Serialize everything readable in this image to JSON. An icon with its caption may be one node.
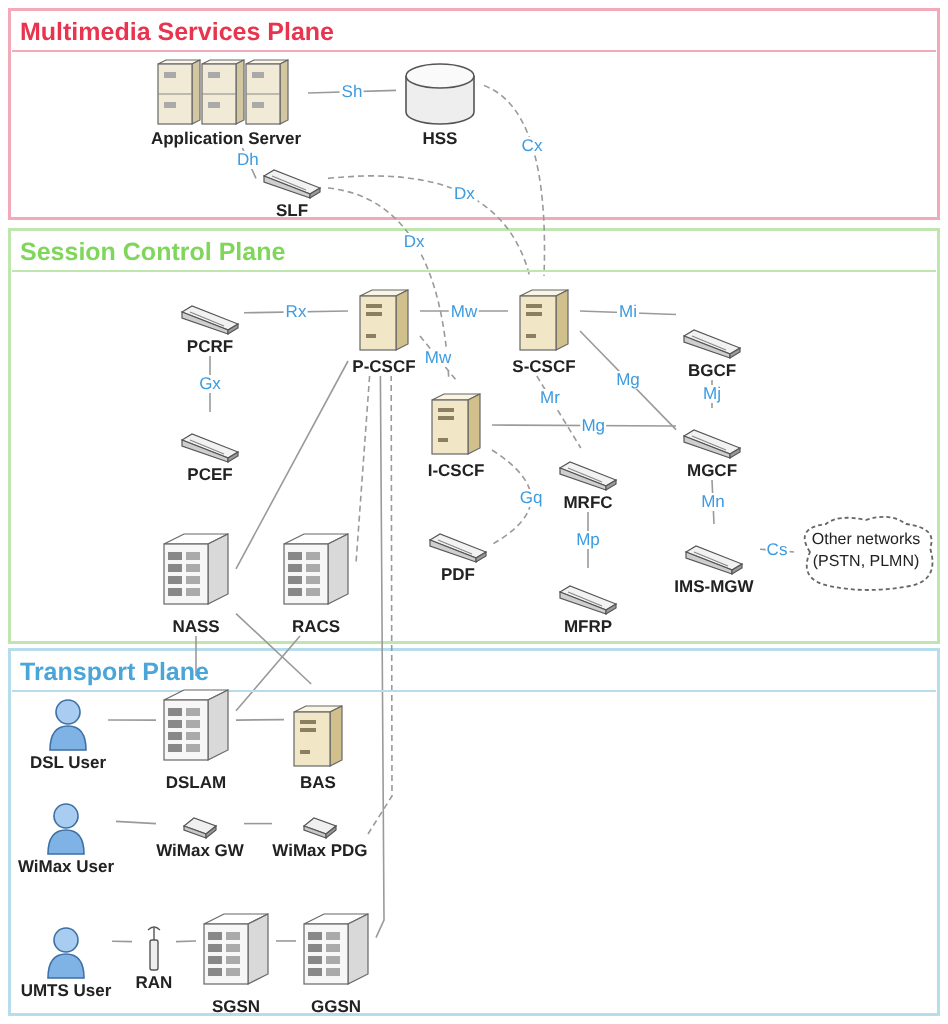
{
  "diagram": {
    "nodes": [
      {
        "text": [
          "Multimedia Services Plane"
        ]
      },
      {
        "text": [
          "Application Server"
        ],
        "in": 0
      },
      {
        "text": [
          "HSS"
        ],
        "in": 0
      },
      {
        "text": [
          "SLF"
        ],
        "in": 0
      },
      {
        "text": [
          "Session Control Plane"
        ]
      },
      {
        "text": [
          "PCRF"
        ],
        "in": 4
      },
      {
        "text": [
          "P-CSCF"
        ],
        "in": 4
      },
      {
        "text": [
          "S-CSCF"
        ],
        "in": 4
      },
      {
        "text": [
          "BGCF"
        ],
        "in": 4
      },
      {
        "text": [
          "PCEF"
        ],
        "in": 4
      },
      {
        "text": [
          "I-CSCF"
        ],
        "in": 4
      },
      {
        "text": [
          "MGCF"
        ],
        "in": 4
      },
      {
        "text": [
          "MRFC"
        ],
        "in": 4
      },
      {
        "text": [
          "PDF"
        ],
        "in": 4
      },
      {
        "text": [
          "IMS-MGW"
        ],
        "in": 4
      },
      {
        "text": [
          "Other networks (PSTN, PLMN)"
        ],
        "in": 4
      },
      {
        "text": [
          "MFRP"
        ],
        "in": 4
      },
      {
        "text": [
          "NASS"
        ],
        "in": 4
      },
      {
        "text": [
          "RACS"
        ],
        "in": 4
      },
      {
        "text": [
          "Transport Plane"
        ]
      },
      {
        "text": [
          "DSL User"
        ],
        "in": 19
      },
      {
        "text": [
          "DSLAM"
        ],
        "in": 19
      },
      {
        "text": [
          "BAS"
        ],
        "in": 19
      },
      {
        "text": [
          "WiMax User"
        ],
        "in": 19
      },
      {
        "text": [
          "WiMax GW"
        ],
        "in": 19
      },
      {
        "text": [
          "WiMax PDG"
        ],
        "in": 19
      },
      {
        "text": [
          "UMTS User"
        ],
        "in": 19
      },
      {
        "text": [
          "RAN"
        ],
        "in": 19
      },
      {
        "text": [
          "SGSN"
        ],
        "in": 19
      },
      {
        "text": [
          "GGSN"
        ],
        "in": 19
      }
    ],
    "edges": [
      {
        "from": 1,
        "to": 2,
        "arrow": "none",
        "label": "Sh"
      },
      {
        "from": 1,
        "to": 3,
        "arrow": "none",
        "label": "Dh"
      },
      {
        "from": 2,
        "to": 7,
        "arrow": "none",
        "label": "Cx",
        "style": "dashed"
      },
      {
        "from": 3,
        "to": 7,
        "arrow": "none",
        "label": "Dx",
        "style": "dashed"
      },
      {
        "from": 3,
        "to": 10,
        "arrow": "none",
        "label": "Dx",
        "style": "dashed"
      },
      {
        "from": 5,
        "to": 6,
        "arrow": "none",
        "label": "Rx"
      },
      {
        "from": 6,
        "to": 7,
        "arrow": "none",
        "label": "Mw"
      },
      {
        "from": 6,
        "to": 10,
        "arrow": "none",
        "label": "Mw",
        "style": "dashed"
      },
      {
        "from": 7,
        "to": 8,
        "arrow": "none",
        "label": "Mi"
      },
      {
        "from": 5,
        "to": 9,
        "arrow": "none",
        "label": "Gx"
      },
      {
        "from": 7,
        "to": 11,
        "arrow": "none",
        "label": "Mg"
      },
      {
        "from": 10,
        "to": 11,
        "arrow": "none",
        "label": "Mg"
      },
      {
        "from": 7,
        "to": 12,
        "arrow": "none",
        "label": "Mr",
        "style": "dashed"
      },
      {
        "from": 8,
        "to": 11,
        "arrow": "none",
        "label": "Mj"
      },
      {
        "from": 11,
        "to": 14,
        "arrow": "none",
        "label": "Mn"
      },
      {
        "from": 10,
        "to": 13,
        "arrow": "none",
        "label": "Gq",
        "style": "dashed"
      },
      {
        "from": 12,
        "to": 16,
        "arrow": "none",
        "label": "Mp"
      },
      {
        "from": 14,
        "to": 15,
        "arrow": "none",
        "label": "Cs"
      },
      {
        "from": 6,
        "to": 17,
        "arrow": "none"
      },
      {
        "from": 6,
        "to": 18,
        "arrow": "none",
        "style": "dashed"
      },
      {
        "from": 17,
        "to": 21,
        "arrow": "none"
      },
      {
        "from": 17,
        "to": 22,
        "arrow": "none"
      },
      {
        "from": 18,
        "to": 21,
        "arrow": "none"
      },
      {
        "from": 6,
        "to": 29,
        "arrow": "none"
      },
      {
        "from": 25,
        "to": 6,
        "arrow": "none",
        "style": "dashed"
      },
      {
        "from": 20,
        "to": 21,
        "arrow": "none"
      },
      {
        "from": 21,
        "to": 22,
        "arrow": "none"
      },
      {
        "from": 23,
        "to": 24,
        "arrow": "none"
      },
      {
        "from": 24,
        "to": 25,
        "arrow": "none"
      },
      {
        "from": 26,
        "to": 27,
        "arrow": "none"
      },
      {
        "from": 27,
        "to": 28,
        "arrow": "none"
      },
      {
        "from": 28,
        "to": 29,
        "arrow": "none"
      }
    ]
  }
}
